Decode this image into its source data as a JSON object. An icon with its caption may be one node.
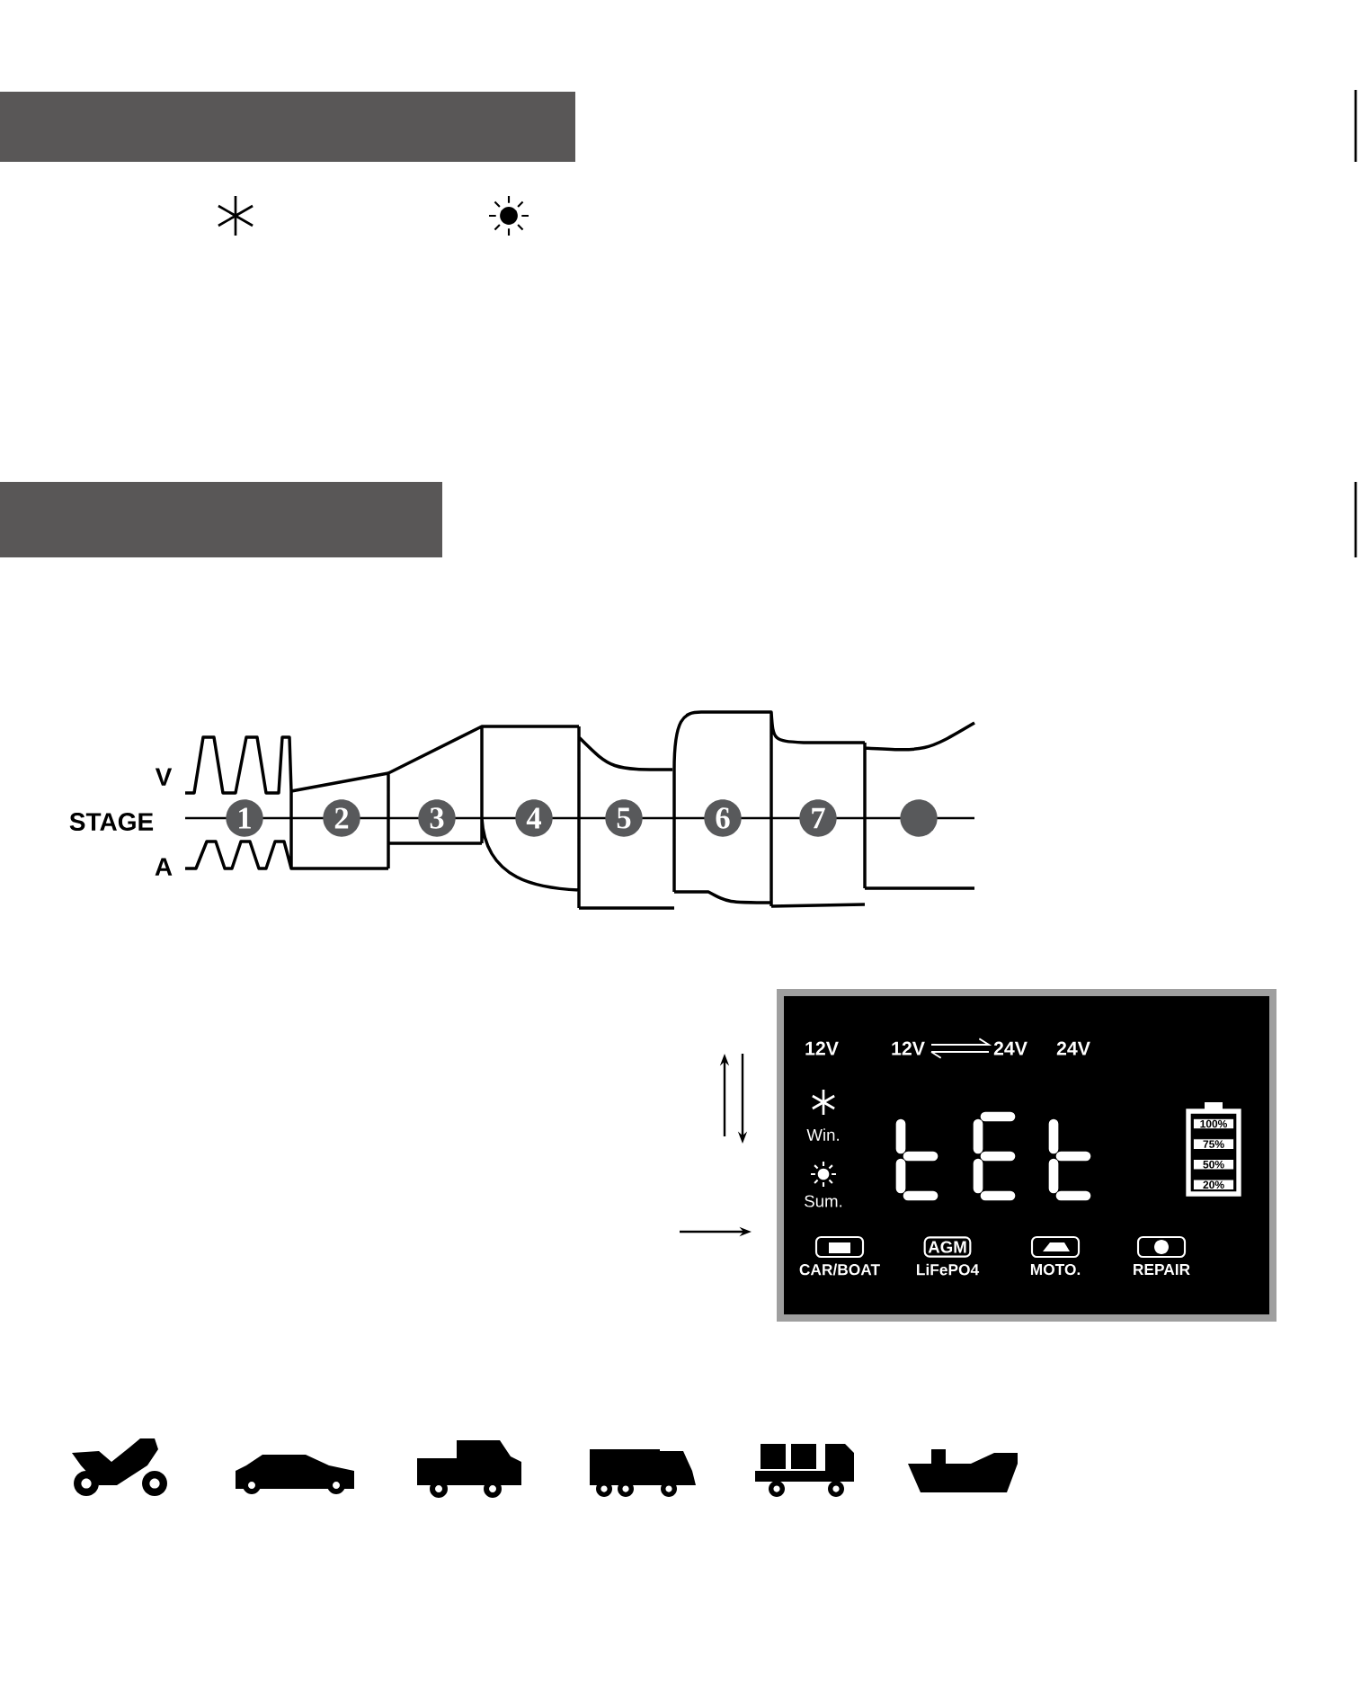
{
  "diagram": {
    "nodes": [
      {
        "text": [
          "1"
        ]
      },
      {
        "text": [
          "2"
        ]
      },
      {
        "text": [
          "3"
        ]
      },
      {
        "text": [
          "4"
        ]
      },
      {
        "text": [
          "5"
        ]
      },
      {
        "text": [
          "6"
        ]
      },
      {
        "text": [
          "7"
        ]
      },
      {
        "text": [],
        "shape": "circle"
      },
      {
        "text": [
          "100%"
        ]
      },
      {
        "text": [
          "75%"
        ]
      },
      {
        "text": [
          "50%"
        ]
      },
      {
        "text": [
          "20%"
        ]
      },
      {
        "text": [
          "AGM"
        ]
      }
    ],
    "labels": [
      "V",
      "STAGE",
      "A",
      "12V",
      "12V",
      "24V",
      "24V",
      "Win.",
      "Sum.",
      "CAR/BOAT",
      "LiFePO4",
      "MOTO.",
      "REPAIR"
    ]
  }
}
